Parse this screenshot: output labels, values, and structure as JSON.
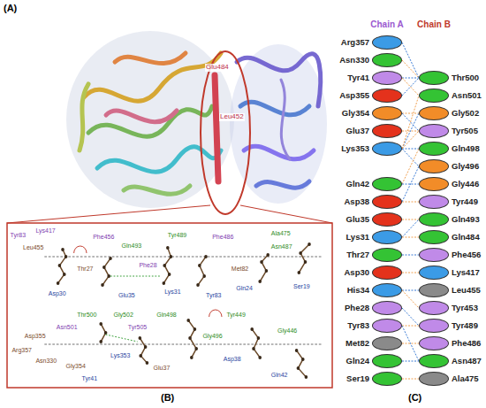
{
  "diagram": {
    "nodes": [
      {
        "text": [
          "Arg357"
        ]
      },
      {
        "text": [
          "Asn330"
        ]
      },
      {
        "text": [
          "Tyr41"
        ]
      },
      {
        "text": [
          "Asp355"
        ]
      },
      {
        "text": [
          "Gly354"
        ]
      },
      {
        "text": [
          "Glu37"
        ]
      },
      {
        "text": [
          "Lys353"
        ]
      },
      {
        "text": [
          "Gln42"
        ]
      },
      {
        "text": [
          "Asp38"
        ]
      },
      {
        "text": [
          "Glu35"
        ]
      },
      {
        "text": [
          "Lys31"
        ]
      },
      {
        "text": [
          "Thr27"
        ]
      },
      {
        "text": [
          "Asp30"
        ]
      },
      {
        "text": [
          "His34"
        ]
      },
      {
        "text": [
          "Phe28"
        ]
      },
      {
        "text": [
          "Tyr83"
        ]
      },
      {
        "text": [
          "Met82"
        ]
      },
      {
        "text": [
          "Gln24"
        ]
      },
      {
        "text": [
          "Ser19"
        ]
      },
      {
        "text": [
          "Thr500"
        ]
      },
      {
        "text": [
          "Asn501"
        ]
      },
      {
        "text": [
          "Gly502"
        ]
      },
      {
        "text": [
          "Tyr505"
        ]
      },
      {
        "text": [
          "Gln498"
        ]
      },
      {
        "text": [
          "Gly496"
        ]
      },
      {
        "text": [
          "Gly446"
        ]
      },
      {
        "text": [
          "Tyr449"
        ]
      },
      {
        "text": [
          "Gln493"
        ]
      },
      {
        "text": [
          "Gln484"
        ]
      },
      {
        "text": [
          "Phe456"
        ]
      },
      {
        "text": [
          "Lys417"
        ]
      },
      {
        "text": [
          "Leu455"
        ]
      },
      {
        "text": [
          "Tyr453"
        ]
      },
      {
        "text": [
          "Tyr489"
        ]
      },
      {
        "text": [
          "Phe486"
        ]
      },
      {
        "text": [
          "Asn487"
        ]
      },
      {
        "text": [
          "Ala475"
        ]
      }
    ],
    "edges": [
      {
        "from": 0,
        "to": 19,
        "arrow": "none"
      },
      {
        "from": 1,
        "to": 19,
        "arrow": "none"
      },
      {
        "from": 2,
        "to": 19,
        "arrow": "none"
      },
      {
        "from": 2,
        "to": 20,
        "arrow": "none"
      },
      {
        "from": 3,
        "to": 19,
        "arrow": "none"
      },
      {
        "from": 4,
        "to": 21,
        "arrow": "none"
      },
      {
        "from": 4,
        "to": 22,
        "arrow": "none"
      },
      {
        "from": 5,
        "to": 22,
        "arrow": "none"
      },
      {
        "from": 6,
        "to": 21,
        "arrow": "none"
      },
      {
        "from": 6,
        "to": 20,
        "arrow": "none"
      },
      {
        "from": 6,
        "to": 23,
        "arrow": "none"
      },
      {
        "from": 6,
        "to": 22,
        "arrow": "none"
      },
      {
        "from": 6,
        "to": 24,
        "arrow": "none"
      },
      {
        "from": 7,
        "to": 23,
        "arrow": "none"
      },
      {
        "from": 7,
        "to": 25,
        "arrow": "none"
      },
      {
        "from": 8,
        "to": 26,
        "arrow": "none"
      },
      {
        "from": 8,
        "to": 24,
        "arrow": "none"
      },
      {
        "from": 9,
        "to": 27,
        "arrow": "none"
      },
      {
        "from": 10,
        "to": 27,
        "arrow": "none"
      },
      {
        "from": 10,
        "to": 28,
        "arrow": "none"
      },
      {
        "from": 11,
        "to": 29,
        "arrow": "none"
      },
      {
        "from": 12,
        "to": 30,
        "arrow": "none"
      },
      {
        "from": 13,
        "to": 31,
        "arrow": "none"
      },
      {
        "from": 13,
        "to": 32,
        "arrow": "none"
      },
      {
        "from": 14,
        "to": 33,
        "arrow": "none"
      },
      {
        "from": 15,
        "to": 33,
        "arrow": "none"
      },
      {
        "from": 15,
        "to": 35,
        "arrow": "none"
      },
      {
        "from": 16,
        "to": 34,
        "arrow": "none"
      },
      {
        "from": 17,
        "to": 35,
        "arrow": "none"
      },
      {
        "from": 18,
        "to": 36,
        "arrow": "none"
      }
    ],
    "labels": [
      "(A)",
      "Glu484",
      "Leu452",
      "Tyr83",
      "Lys417",
      "Leu455",
      "Phe456",
      "Gln493",
      "Tyr489",
      "Phe486",
      "Ala475",
      "Asn487",
      "Thr27",
      "Phe28",
      "Met82",
      "Gln24",
      "Ser19",
      "Asp30",
      "Glu35",
      "Lys31",
      "Tyr83",
      "Arg357",
      "Asp355",
      "Asn501",
      "Thr500",
      "Asn330",
      "Gly354",
      "Tyr41",
      "Lys353",
      "Gly502",
      "Tyr505",
      "Gln498",
      "Glu37",
      "Gly496",
      "Tyr449",
      "Asp38",
      "Gly446",
      "Gln42",
      "(B)",
      "Chain A",
      "Chain B",
      "(C)"
    ]
  }
}
